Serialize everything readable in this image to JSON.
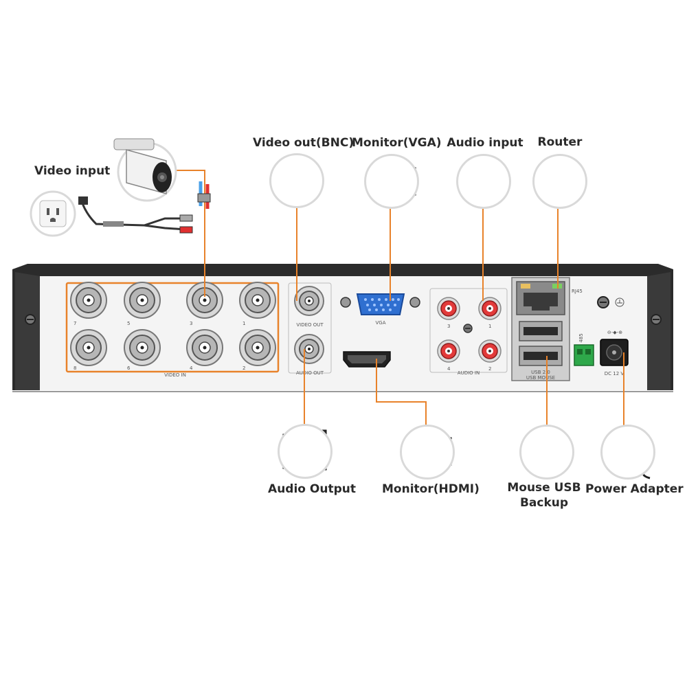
{
  "labels": {
    "video_input": "Video input",
    "video_out_bnc": "Video out(BNC)",
    "monitor_vga": "Monitor(VGA)",
    "audio_input": "Audio input",
    "router": "Router",
    "audio_output": "Audio Output",
    "monitor_hdmi": "Monitor(HDMI)",
    "mouse_usb_backup_line1": "Mouse USB",
    "mouse_usb_backup_line2": "Backup",
    "power_adapter": "Power Adapter"
  },
  "panel": {
    "video_in": "VIDEO IN",
    "video_out": "VIDEO OUT",
    "audio_out": "AUDIO OUT",
    "vga": "VGA",
    "audio_in": "AUDIO IN",
    "rj45": "RJ45",
    "usb_line1": "USB 2.0",
    "usb_line2": "USB MOUSE",
    "rs485": "485",
    "dc": "DC 12 V",
    "bnc_numbers": [
      "7",
      "5",
      "3",
      "1",
      "8",
      "6",
      "4",
      "2"
    ],
    "audio_numbers": [
      "3",
      "1",
      "4",
      "2"
    ]
  },
  "colors": {
    "connector_line": "#e8822a",
    "chassis": "#2b2b2b",
    "panel": "#f4f4f4",
    "circle_border": "#d9d9d9"
  }
}
